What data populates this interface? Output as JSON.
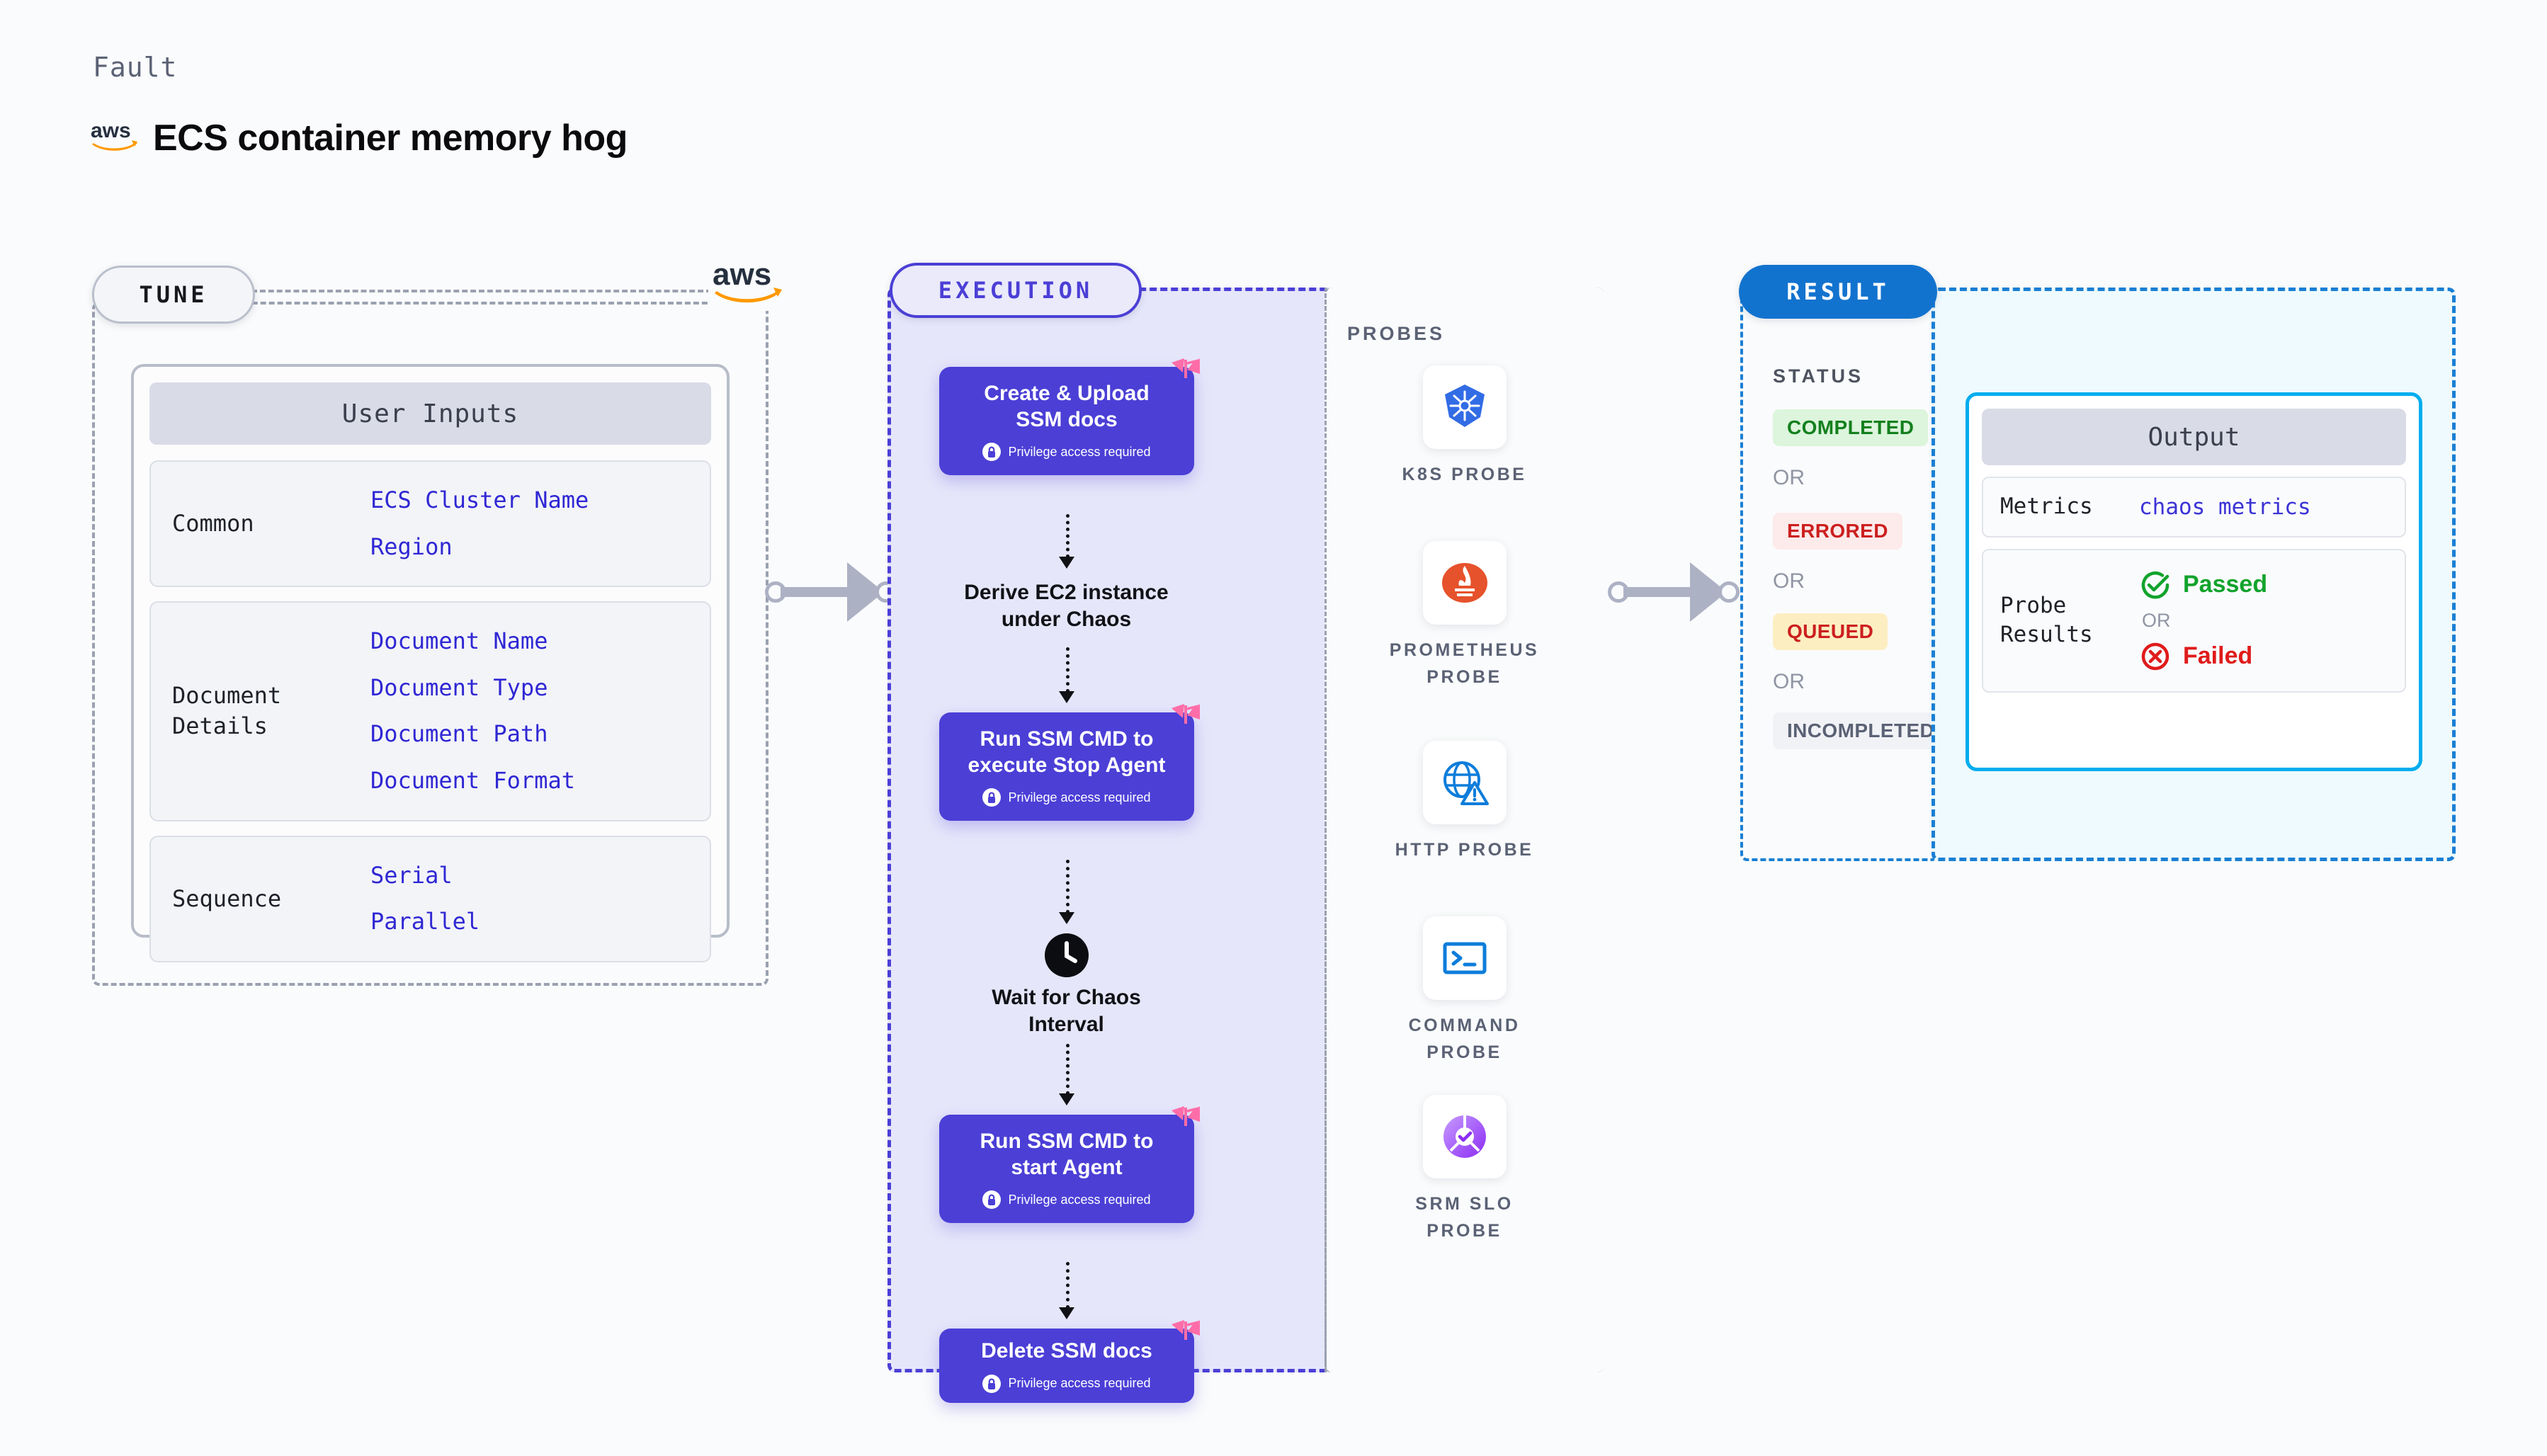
{
  "header": {
    "kicker": "Fault",
    "title": "ECS container memory hog",
    "logo": "aws-logo"
  },
  "tune": {
    "tag": "TUNE",
    "corner_logo": "aws-logo",
    "card_title": "User Inputs",
    "groups": [
      {
        "key": "Common",
        "values": [
          "ECS Cluster Name",
          "Region"
        ]
      },
      {
        "key": "Document\nDetails",
        "values": [
          "Document Name",
          "Document Type",
          "Document Path",
          "Document Format"
        ]
      },
      {
        "key": "Sequence",
        "values": [
          "Serial",
          "Parallel"
        ]
      }
    ]
  },
  "execution": {
    "tag": "EXECUTION",
    "privilege_note": "Privilege access required",
    "nodes": [
      {
        "type": "task",
        "label": "Create & Upload\nSSM docs",
        "privileged": true,
        "flag": true
      },
      {
        "type": "plain",
        "label": "Derive EC2 instance\nunder Chaos",
        "privileged": false,
        "flag": false
      },
      {
        "type": "task",
        "label": "Run SSM CMD to\nexecute Stop Agent",
        "privileged": true,
        "flag": true
      },
      {
        "type": "wait",
        "label": "Wait for Chaos\nInterval",
        "privileged": false,
        "flag": false,
        "icon": "clock-icon"
      },
      {
        "type": "task",
        "label": "Run SSM CMD to\nstart Agent",
        "privileged": true,
        "flag": true
      },
      {
        "type": "task",
        "label": "Delete SSM docs",
        "privileged": true,
        "flag": true
      }
    ]
  },
  "probes": {
    "title": "PROBES",
    "items": [
      {
        "label": "K8S  PROBE",
        "icon": "kubernetes-icon"
      },
      {
        "label": "PROMETHEUS\nPROBE",
        "icon": "prometheus-icon"
      },
      {
        "label": "HTTP  PROBE",
        "icon": "http-globe-icon"
      },
      {
        "label": "COMMAND\nPROBE",
        "icon": "terminal-icon"
      },
      {
        "label": "SRM SLO\nPROBE",
        "icon": "srm-slo-icon"
      }
    ]
  },
  "result": {
    "tag": "RESULT",
    "status_title": "STATUS",
    "or_label": "OR",
    "statuses": [
      {
        "label": "COMPLETED",
        "bg": "#dcf5dc",
        "fg": "#14801e"
      },
      {
        "label": "ERRORED",
        "bg": "#fdeaea",
        "fg": "#cc1f1f"
      },
      {
        "label": "QUEUED",
        "bg": "#fdeec2",
        "fg": "#cc1f1f"
      },
      {
        "label": "INCOMPLETED",
        "bg": "#f1f2f6",
        "fg": "#5b6275"
      }
    ]
  },
  "output": {
    "card_title": "Output",
    "metrics_key": "Metrics",
    "metrics_value": "chaos metrics",
    "probe_results_key": "Probe\nResults",
    "passed_label": "Passed",
    "failed_label": "Failed",
    "or_label": "OR",
    "passed_color": "#12a32c",
    "failed_color": "#e01b1b"
  },
  "colors": {
    "accent_purple": "#4b3fd6",
    "accent_blue": "#1273cf",
    "cyan": "#00adee",
    "flag_pink": "#ff6da8",
    "aws_orange": "#ff9900"
  }
}
